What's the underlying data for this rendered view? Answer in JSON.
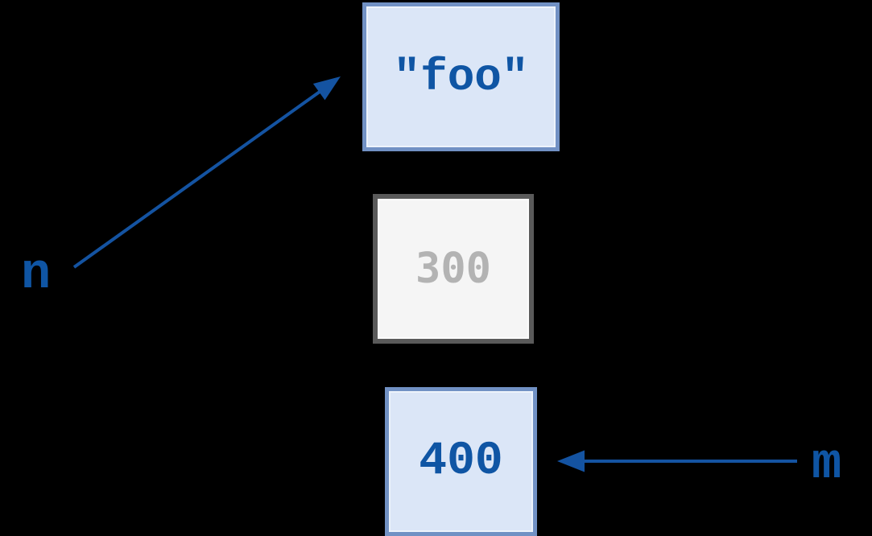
{
  "diagram": {
    "boxes": [
      {
        "name": "string-foo",
        "value": "\"foo\"",
        "fill": "#dbe6f7",
        "border": "#7191c4",
        "text_color": "#0f55a4"
      },
      {
        "name": "int-300",
        "value": "300",
        "fill": "#f5f5f5",
        "border": "#5a5a5a",
        "text_color": "#b3b3b3"
      },
      {
        "name": "int-400",
        "value": "400",
        "fill": "#dbe6f7",
        "border": "#7191c4",
        "text_color": "#0f55a4"
      }
    ],
    "labels": [
      {
        "name": "n",
        "text": "n"
      },
      {
        "name": "m",
        "text": "m"
      }
    ],
    "colors": {
      "background": "#000000",
      "arrow": "#1453a1"
    }
  }
}
